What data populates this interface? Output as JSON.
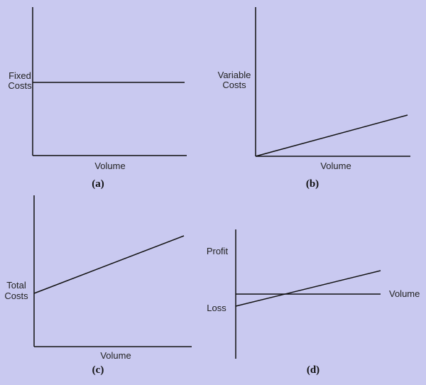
{
  "panels": {
    "a": {
      "caption": "(a)",
      "ylabel": [
        "Fixed",
        "Costs"
      ],
      "xlabel": "Volume"
    },
    "b": {
      "caption": "(b)",
      "ylabel": [
        "Variable",
        "Costs"
      ],
      "xlabel": "Volume"
    },
    "c": {
      "caption": "(c)",
      "ylabel": [
        "Total",
        "Costs"
      ],
      "xlabel": "Volume"
    },
    "d": {
      "caption": "(d)",
      "profit_label": "Profit",
      "loss_label": "Loss",
      "xlabel": "Volume"
    }
  }
}
